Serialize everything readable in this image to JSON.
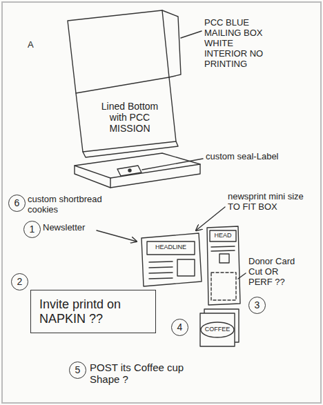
{
  "diagram": {
    "nodes": [
      {
        "text": [
          "6"
        ]
      },
      {
        "text": [
          "1"
        ]
      },
      {
        "text": [
          "2"
        ]
      },
      {
        "text": [
          "Invite printd on NAPKIN ??"
        ]
      },
      {
        "text": [
          "3"
        ]
      },
      {
        "text": [
          "4"
        ]
      },
      {
        "text": [
          "5"
        ]
      }
    ],
    "labels": [
      "A",
      "PCC BLUE MAILING BOX WHITE INTERIOR NO PRINTING",
      "Lined Bottom with PCC MISSION",
      "custom seal-Label",
      "custom shortbread cookies",
      "newsprint mini size TO FIT BOX",
      "Newsletter",
      "HEADLINE",
      "HEAD",
      "Donor Card Cut OR PERF ??",
      "COFFEE",
      "POST its Coffee cup Shape ?"
    ]
  }
}
